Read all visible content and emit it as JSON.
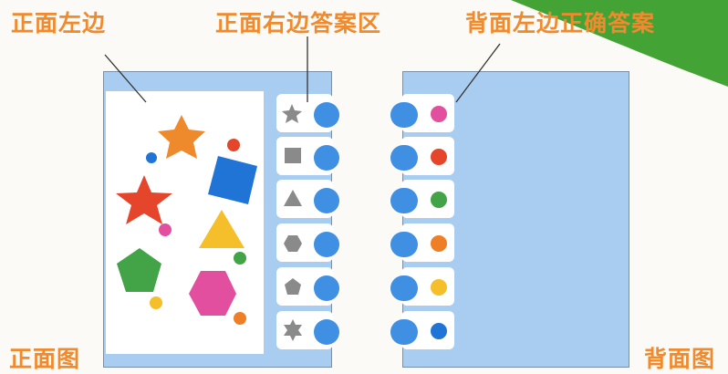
{
  "labels": {
    "front_left": "正面左边",
    "front_right_answer": "正面右边答案区",
    "back_left_correct": "背面左边正确答案",
    "front_view": "正面图",
    "back_view": "背面图"
  },
  "front": {
    "answer_rows": [
      "star-icon",
      "square-icon",
      "triangle-icon",
      "hexagon-icon",
      "pentagon-icon",
      "six-point-star-icon"
    ]
  },
  "back": {
    "answer_dots": [
      "pink",
      "red",
      "green",
      "orange",
      "yellow",
      "blue"
    ]
  },
  "colors": {
    "label": "#f08a2c",
    "panel_bg": "#a9cdf0",
    "pill": "#3f8fe3",
    "pink": "#e14f9e",
    "red": "#e4452b",
    "green": "#43a347",
    "orange": "#ee7f27",
    "yellow": "#f4bf2a",
    "blue": "#1f74d6"
  }
}
